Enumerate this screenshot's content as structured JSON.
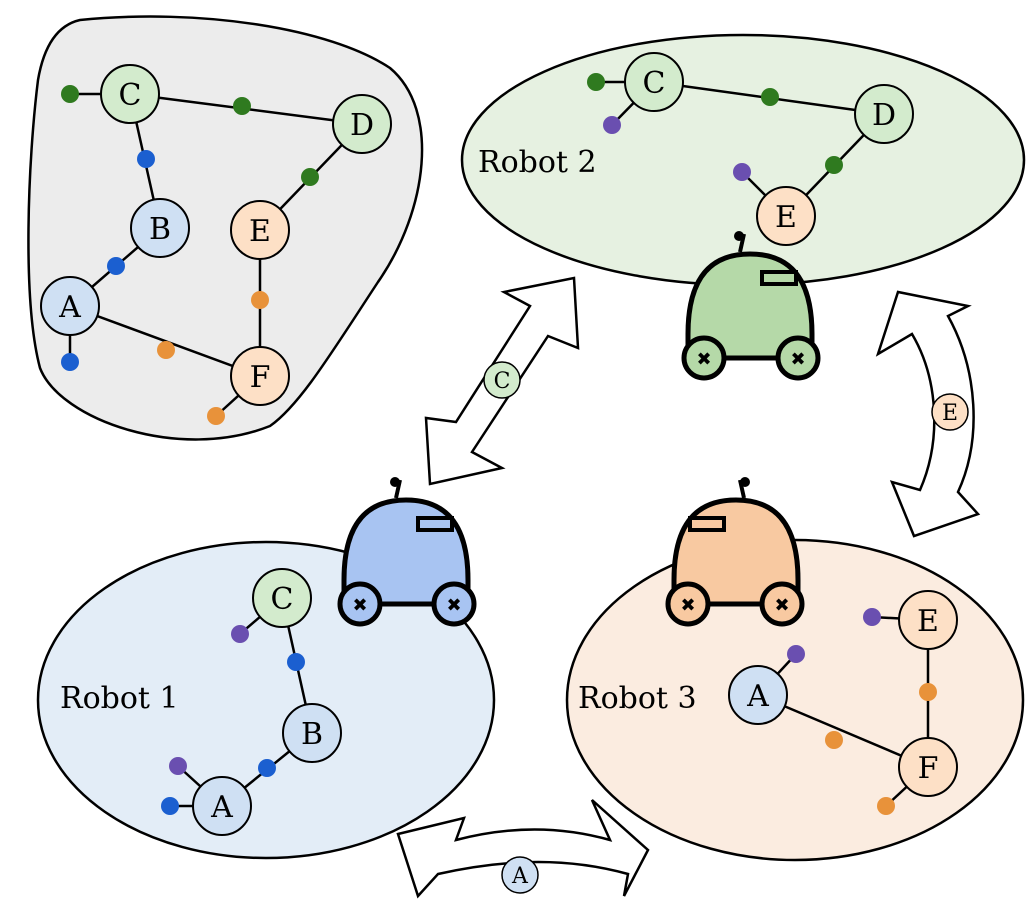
{
  "colors": {
    "global_bg": "#ececec",
    "robot1_bg": "#e3edf7",
    "robot2_bg": "#e6f1e1",
    "robot3_bg": "#fbece0",
    "node_blue": "#cfe0f3",
    "node_green": "#d3ebcd",
    "node_peach": "#fde0c6",
    "dot_green": "#2f7a1f",
    "dot_blue": "#1b5fd0",
    "dot_orange": "#e8923a",
    "dot_purple": "#6a4fb0",
    "robot1_body": "#a8c4f2",
    "robot2_body": "#b5d9a8",
    "robot3_body": "#f8c9a1"
  },
  "robot_labels": {
    "robot1": "Robot 1",
    "robot2": "Robot 2",
    "robot3": "Robot 3"
  },
  "global_map": {
    "nodes": {
      "a": "A",
      "b": "B",
      "c": "C",
      "d": "D",
      "e": "E",
      "f": "F"
    }
  },
  "robot1_map": {
    "nodes": {
      "a": "A",
      "b": "B",
      "c": "C"
    }
  },
  "robot2_map": {
    "nodes": {
      "c": "C",
      "d": "D",
      "e": "E"
    }
  },
  "robot3_map": {
    "nodes": {
      "a": "A",
      "e": "E",
      "f": "F"
    }
  },
  "shared_links": {
    "robot1_robot2": "C",
    "robot2_robot3": "E",
    "robot1_robot3": "A"
  },
  "icons": {
    "robot1": "robot-icon",
    "robot2": "robot-icon",
    "robot3": "robot-icon",
    "exchange": "double-arrow-icon"
  }
}
